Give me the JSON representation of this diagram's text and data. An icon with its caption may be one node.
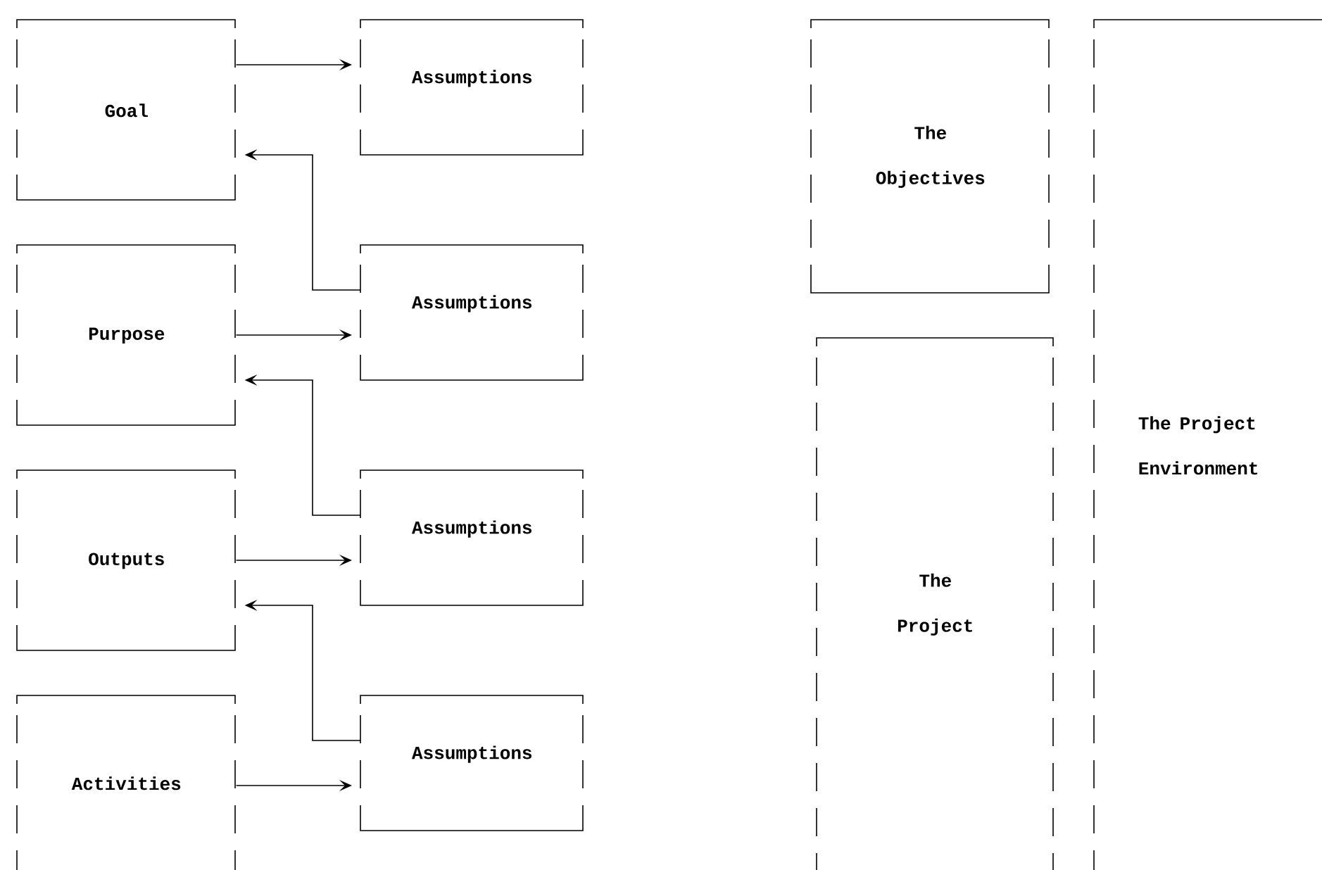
{
  "diagram": {
    "nodes": [
      {
        "text": [
          "Goal"
        ]
      },
      {
        "text": [
          "Assumptions"
        ]
      },
      {
        "text": [
          "Purpose"
        ]
      },
      {
        "text": [
          "Assumptions"
        ]
      },
      {
        "text": [
          "Outputs"
        ]
      },
      {
        "text": [
          "Assumptions"
        ]
      },
      {
        "text": [
          "Activities"
        ]
      },
      {
        "text": [
          "Assumptions"
        ]
      },
      {
        "text": [
          "The Objectives"
        ]
      },
      {
        "text": [
          "The Project"
        ]
      },
      {
        "text": [
          "The Project Environment"
        ]
      }
    ],
    "edges": [
      {
        "from": 0,
        "to": 1,
        "arrow": "to"
      },
      {
        "from": 3,
        "to": 0,
        "arrow": "to"
      },
      {
        "from": 2,
        "to": 3,
        "arrow": "to"
      },
      {
        "from": 5,
        "to": 2,
        "arrow": "to"
      },
      {
        "from": 4,
        "to": 5,
        "arrow": "to"
      },
      {
        "from": 7,
        "to": 4,
        "arrow": "to"
      },
      {
        "from": 6,
        "to": 7,
        "arrow": "to"
      }
    ]
  }
}
